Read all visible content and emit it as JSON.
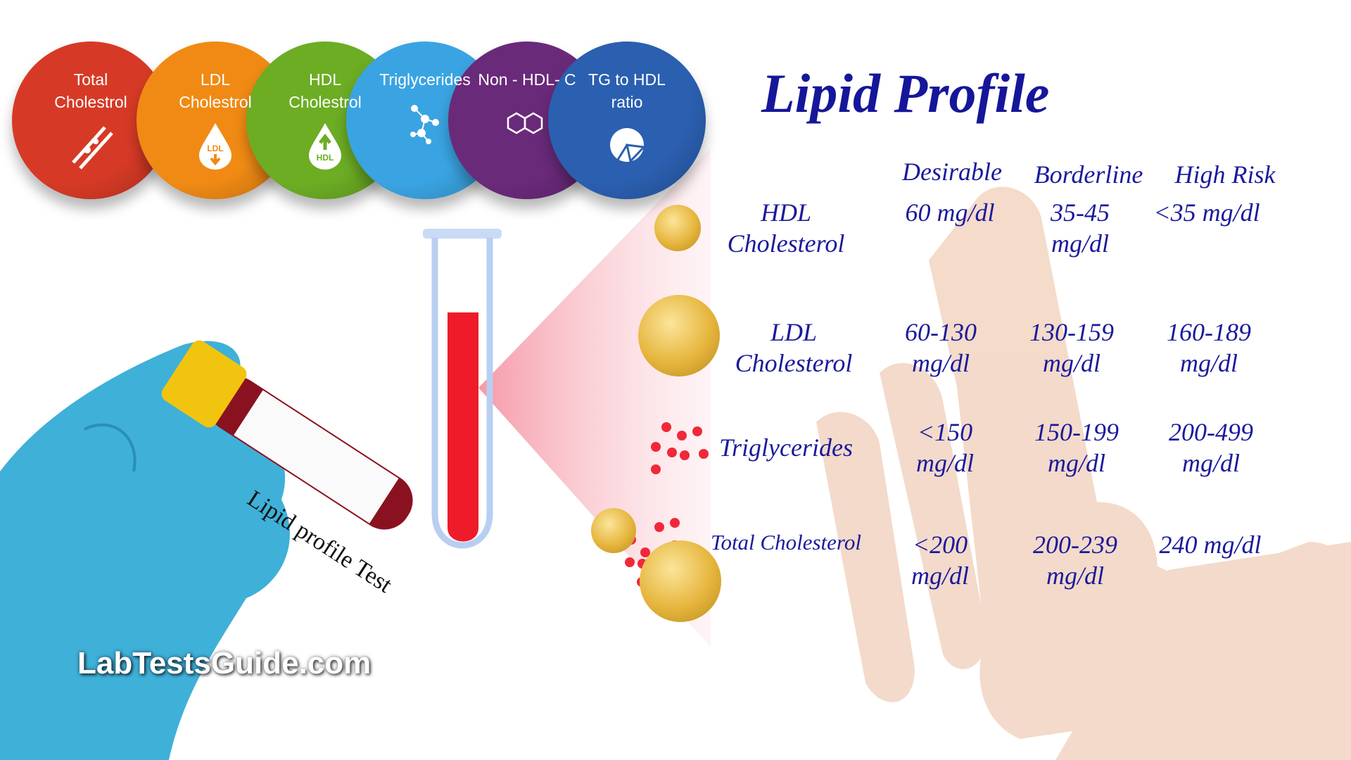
{
  "circles": [
    {
      "label": "Total Cholestrol",
      "color": "#d63a26",
      "icon": "artery-plaque-icon"
    },
    {
      "label": "LDL Cholestrol",
      "color": "#f08a14",
      "icon": "ldl-drop-icon",
      "icon_text": "LDL"
    },
    {
      "label": "HDL Cholestrol",
      "color": "#6cad24",
      "icon": "hdl-drop-icon",
      "icon_text": "HDL"
    },
    {
      "label": "Triglycerides",
      "color": "#3aa4e2",
      "icon": "molecule-icon"
    },
    {
      "label": "Non - HDL- C",
      "color": "#6a2a7a",
      "icon": "benzene-rings-icon"
    },
    {
      "label": "TG to HDL ratio",
      "color": "#2b5fb0",
      "icon": "pie-ratio-icon"
    }
  ],
  "title": "Lipid Profile",
  "columns": [
    "Desirable",
    "Borderline",
    "High Risk"
  ],
  "rows": [
    {
      "label": "HDL Cholesterol",
      "values": [
        "60 mg/dl",
        "35-45 mg/dl",
        "<35 mg/dl"
      ]
    },
    {
      "label": "LDL Cholesterol",
      "values": [
        "60-130 mg/dl",
        "130-159 mg/dl",
        "160-189 mg/dl"
      ]
    },
    {
      "label": "Triglycerides",
      "values": [
        "<150 mg/dl",
        "150-199 mg/dl",
        "200-499 mg/dl"
      ]
    },
    {
      "label": "Total Cholesterol",
      "values": [
        "<200 mg/dl",
        "200-239 mg/dl",
        "240 mg/dl"
      ]
    }
  ],
  "tube_label": "Lipid profile Test",
  "website": "LabTestsGuide.com",
  "colors": {
    "title": "#16169a",
    "blood": "#ee1c2a",
    "glove": "#3fb0d8"
  }
}
